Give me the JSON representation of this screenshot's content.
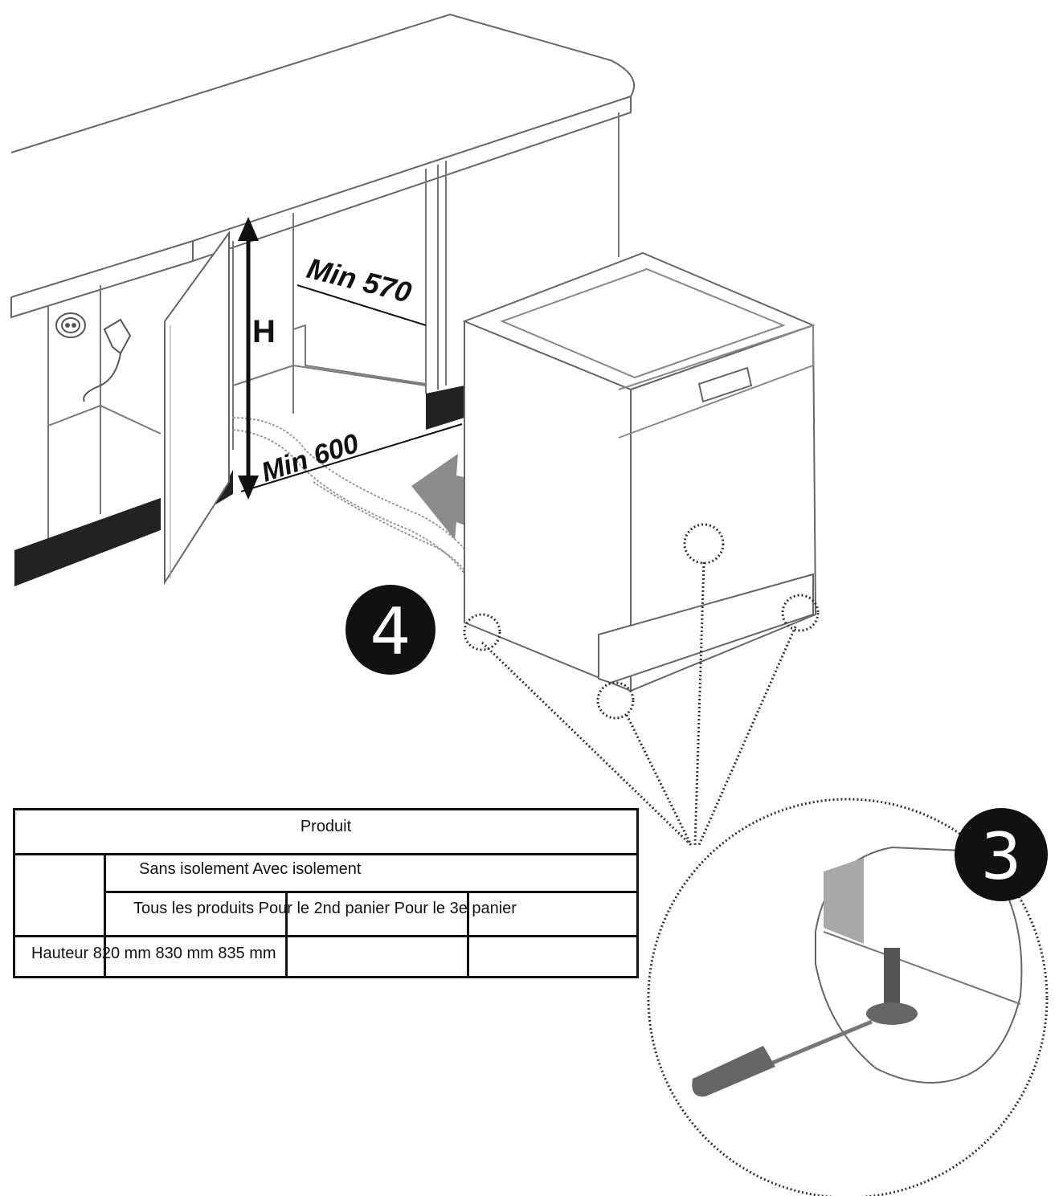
{
  "diagram": {
    "step_badges": [
      "4",
      "3"
    ],
    "dimension_labels": {
      "height": "H",
      "min_depth": "Min 570",
      "min_width": "Min 600"
    },
    "icons": [
      "socket-icon",
      "plug-icon",
      "arrow-icon",
      "screwdriver-icon",
      "adjustable-foot-icon"
    ]
  },
  "table": {
    "header": "Produit",
    "row1": "Sans isolement Avec isolement",
    "row2": "Tous les produits Pour le 2nd panier Pour le 3e panier",
    "row3": "Hauteur 820 mm 830 mm 835 mm"
  }
}
